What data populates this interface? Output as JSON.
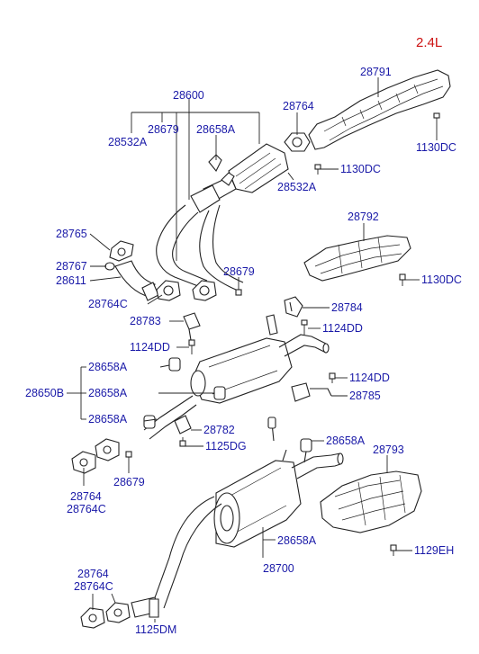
{
  "engine_label": "2.4L",
  "labels": {
    "l_28791": "28791",
    "l_28600": "28600",
    "l_28764_top": "28764",
    "l_28679_top": "28679",
    "l_28658a_top": "28658A",
    "l_28532a_left": "28532A",
    "l_1130dc_1": "1130DC",
    "l_1130dc_2": "1130DC",
    "l_28532a_right": "28532A",
    "l_28792": "28792",
    "l_28765": "28765",
    "l_28767": "28767",
    "l_28611": "28611",
    "l_28679_mid": "28679",
    "l_1130dc_3": "1130DC",
    "l_28764c_mid": "28764C",
    "l_28784": "28784",
    "l_28783": "28783",
    "l_1124dd_1": "1124DD",
    "l_1124dd_2": "1124DD",
    "l_28658a_1": "28658A",
    "l_1124dd_3": "1124DD",
    "l_28650b": "28650B",
    "l_28658a_2": "28658A",
    "l_28785": "28785",
    "l_28658a_3": "28658A",
    "l_28782": "28782",
    "l_1125dg": "1125DG",
    "l_28658a_4": "28658A",
    "l_28793": "28793",
    "l_28764_bl": "28764",
    "l_28679_bl": "28679",
    "l_28764c_bl": "28764C",
    "l_28658a_5": "28658A",
    "l_1129eh": "1129EH",
    "l_28700": "28700",
    "l_28764_bot": "28764",
    "l_28764c_bot": "28764C",
    "l_1125dm": "1125DM"
  }
}
